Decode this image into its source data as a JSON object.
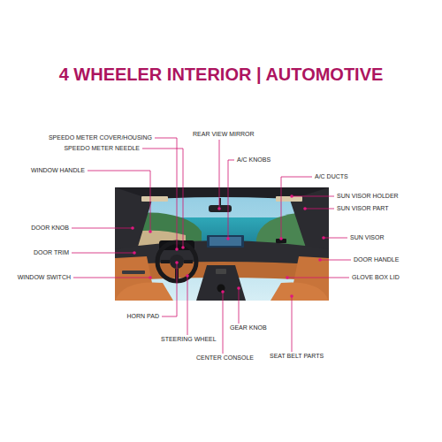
{
  "diagram": {
    "title": "4 WHEELER INTERIOR | AUTOMOTIVE",
    "labels": [
      "SPEEDO METER COVER/HOUSING",
      "SPEEDO METER NEEDLE",
      "REAR VIEW MIRROR",
      "WINDOW HANDLE",
      "A/C KNOBS",
      "A/C DUCTS",
      "SUN VISOR HOLDER",
      "SUN VISOR PART",
      "DOOR KNOB",
      "SUN VISOR",
      "DOOR TRIM",
      "DOOR HANDLE",
      "WINDOW SWITCH",
      "GLOVE BOX LID",
      "HORN PAD",
      "GEAR KNOB",
      "STEERING WHEEL",
      "CENTER CONSOLE",
      "SEAT BELT PARTS"
    ]
  }
}
